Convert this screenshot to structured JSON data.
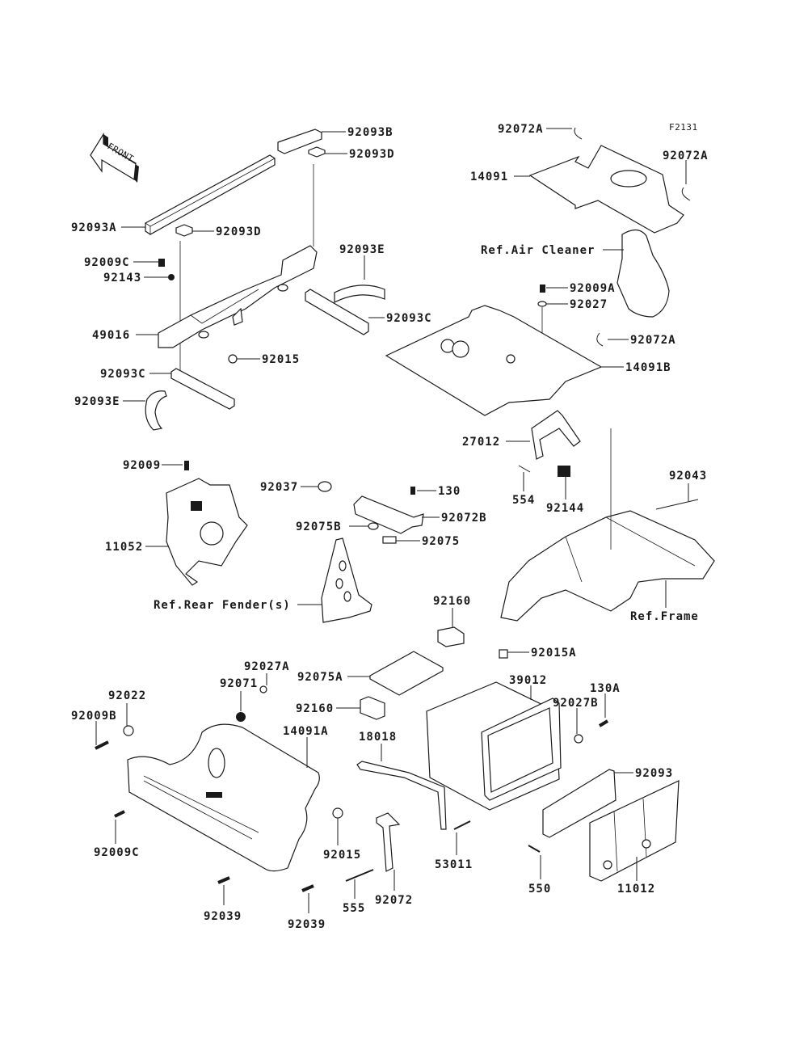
{
  "diagram": {
    "figure_id": "F2131",
    "front_indicator": "FRONT",
    "labels": {
      "p92093B": "92093B",
      "p92093D_top": "92093D",
      "p92093A": "92093A",
      "p92093D_left": "92093D",
      "p92009C_top": "92009C",
      "p92143": "92143",
      "p92093E_right": "92093E",
      "p49016": "49016",
      "p92093C_right": "92093C",
      "p92015_top": "92015",
      "p92093C_left": "92093C",
      "p92093E_left": "92093E",
      "p92072A_top": "92072A",
      "p14091": "14091",
      "p92072A_right": "92072A",
      "ref_air_cleaner": "Ref.Air Cleaner",
      "p92009A": "92009A",
      "p92027": "92027",
      "p92072A_mid": "92072A",
      "p14091B": "14091B",
      "p27012": "27012",
      "p554": "554",
      "p92144": "92144",
      "p92043": "92043",
      "ref_frame": "Ref.Frame",
      "p92009": "92009",
      "p11052": "11052",
      "p92037": "92037",
      "p130": "130",
      "p92072B": "92072B",
      "p92075B": "92075B",
      "p92075": "92075",
      "ref_rear_fender": "Ref.Rear Fender(s)",
      "p92160_top": "92160",
      "p92075A": "92075A",
      "p92160_mid": "92160",
      "p92015A": "92015A",
      "p39012": "39012",
      "p92027A": "92027A",
      "p92071": "92071",
      "p92022": "92022",
      "p92009B": "92009B",
      "p14091A": "14091A",
      "p92027B": "92027B",
      "p130A": "130A",
      "p18018": "18018",
      "p92093": "92093",
      "p92009C_bottom": "92009C",
      "p92015_bottom": "92015",
      "p53011": "53011",
      "p550": "550",
      "p11012": "11012",
      "p92039_left": "92039",
      "p92039_right": "92039",
      "p555": "555",
      "p92072": "92072"
    }
  }
}
